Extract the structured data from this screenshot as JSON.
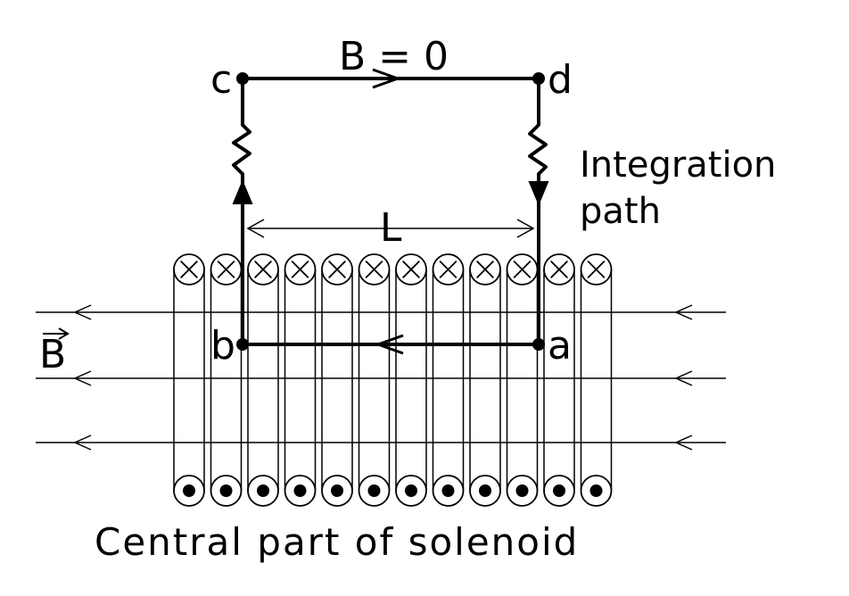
{
  "labels": {
    "field_top": "B = 0",
    "corner_a": "a",
    "corner_b": "b",
    "corner_c": "c",
    "corner_d": "d",
    "length": "L",
    "path_line1": "Integration",
    "path_line2": "path",
    "field_vector": "B",
    "caption": "Central part of solenoid"
  },
  "solenoid": {
    "turns": 12,
    "top_row_symbol": "current-into-page",
    "bottom_row_symbol": "current-out-of-page"
  },
  "field": {
    "line_count": 3,
    "direction": "left"
  }
}
